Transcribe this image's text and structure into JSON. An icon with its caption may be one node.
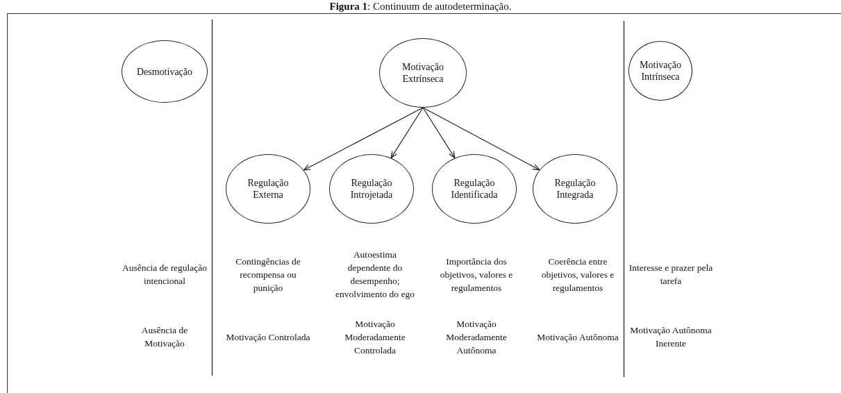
{
  "diagram": {
    "title": "**Figura 1**: Continuum de autodeterminação.",
    "nodes": [
      {
        "text": [
          "Desmotivação"
        ]
      },
      {
        "text": [
          "Motivação Extrínseca"
        ]
      },
      {
        "text": [
          "Motivação Intrínseca"
        ]
      },
      {
        "text": [
          "Regulação Externa"
        ]
      },
      {
        "text": [
          "Regulação Introjetada"
        ]
      },
      {
        "text": [
          "Regulação Identificada"
        ]
      },
      {
        "text": [
          "Regulação Integrada"
        ]
      }
    ],
    "edges": [
      {
        "from": 1,
        "to": 3,
        "arrow": "to"
      },
      {
        "from": 1,
        "to": 4,
        "arrow": "to"
      },
      {
        "from": 1,
        "to": 5,
        "arrow": "to"
      },
      {
        "from": 1,
        "to": 6,
        "arrow": "to"
      }
    ],
    "labels": [
      "Ausência de regulação intencional",
      "Contingências de recompensa ou punição",
      "Autoestima dependente do desempenho; envolvimento do ego",
      "Importância dos objetivos, valores e regulamentos",
      "Coerência entre objetivos, valores e regulamentos",
      "Interesse e prazer pela tarefa",
      "Ausência de Motivação",
      "Motivação Controlada",
      "Motivação Moderadamente Controlada",
      "Motivação Moderadamente Autônoma",
      "Motivação Autônoma",
      "Motivação Autônoma Inerente"
    ]
  }
}
